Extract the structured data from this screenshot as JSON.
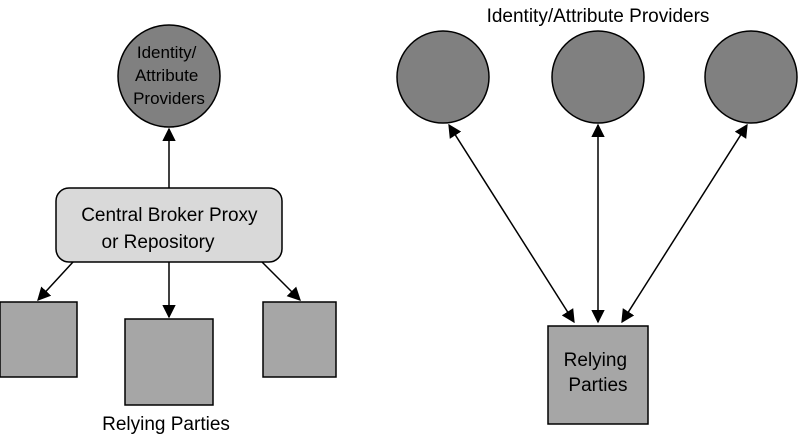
{
  "left_diagram": {
    "provider_label_lines": [
      "Identity/",
      "Attribute",
      "Providers"
    ],
    "broker_label_lines": [
      "Central Broker Proxy",
      "or Repository"
    ],
    "relying_parties_label": "Relying Parties"
  },
  "right_diagram": {
    "providers_title": "Identity/Attribute Providers",
    "relying_label_lines": [
      "Relying",
      "Parties"
    ]
  },
  "colors": {
    "dark_gray": "#808080",
    "medium_gray": "#a6a6a6",
    "light_gray": "#d9d9d9",
    "stroke": "#000000"
  }
}
